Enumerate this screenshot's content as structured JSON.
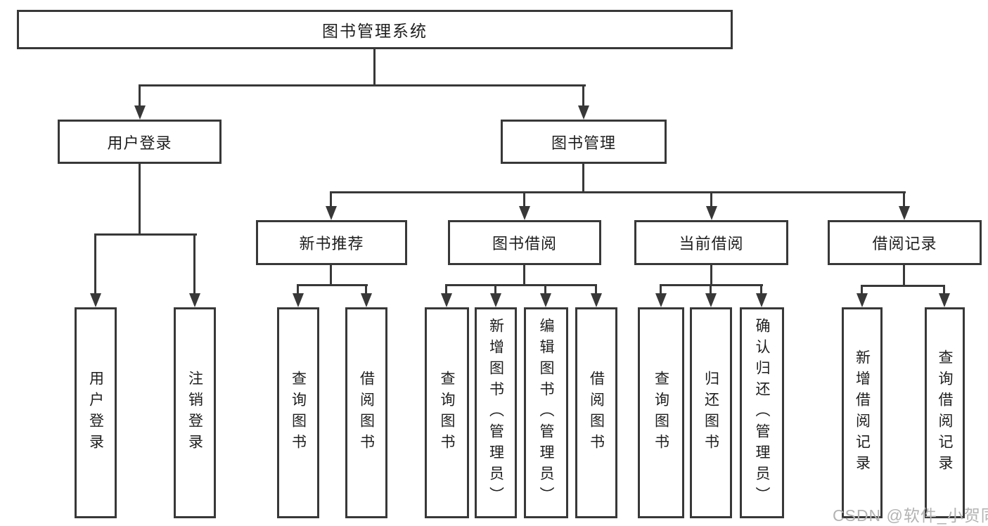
{
  "tree": {
    "label": "图书管理系统",
    "children": [
      {
        "label": "用户登录",
        "children": [
          {
            "label": "用户登录"
          },
          {
            "label": "注销登录"
          }
        ]
      },
      {
        "label": "图书管理",
        "children": [
          {
            "label": "新书推荐",
            "children": [
              {
                "label": "查询图书"
              },
              {
                "label": "借阅图书"
              }
            ]
          },
          {
            "label": "图书借阅",
            "children": [
              {
                "label": "查询图书"
              },
              {
                "label": "新增图书（管理员）"
              },
              {
                "label": "编辑图书（管理员）"
              },
              {
                "label": "借阅图书"
              }
            ]
          },
          {
            "label": "当前借阅",
            "children": [
              {
                "label": "查询图书"
              },
              {
                "label": "归还图书"
              },
              {
                "label": "确认归还（管理员）"
              }
            ]
          },
          {
            "label": "借阅记录",
            "children": [
              {
                "label": "新增借阅记录"
              },
              {
                "label": "查询借阅记录"
              }
            ]
          }
        ]
      }
    ]
  },
  "watermark": {
    "text": "CSDN @软件_小贺同学"
  },
  "colors": {
    "line": "#383838",
    "text": "#1e1e1e",
    "background": "#ffffff",
    "watermark": "#b3b3b3"
  }
}
